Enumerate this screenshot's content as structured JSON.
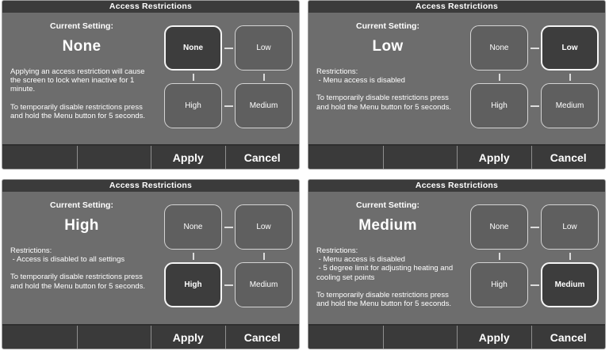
{
  "colors": {
    "page_background": "#ffffff",
    "panel_background": "#6d6d6d",
    "titlebar_background": "#3b3b3b",
    "footer_background": "#3a3a3a",
    "button_background": "#5f5f5f",
    "button_selected_background": "#3d3d3d",
    "text": "#ffffff"
  },
  "panels": [
    {
      "title": "Access Restrictions",
      "current_setting_label": "Current Setting:",
      "current_setting_value": "None",
      "paragraphs": [
        [
          "Applying an access restriction will cause the screen to lock when inactive for 1 minute."
        ],
        [
          "To temporarily disable restrictions press and hold the Menu button for 5 seconds."
        ]
      ],
      "options": [
        {
          "label": "None",
          "selected": true
        },
        {
          "label": "Low",
          "selected": false
        },
        {
          "label": "High",
          "selected": false
        },
        {
          "label": "Medium",
          "selected": false
        }
      ],
      "apply_label": "Apply",
      "cancel_label": "Cancel"
    },
    {
      "title": "Access Restrictions",
      "current_setting_label": "Current Setting:",
      "current_setting_value": "Low",
      "paragraphs": [
        [
          "Restrictions:",
          " - Menu access is disabled"
        ],
        [
          "To temporarily disable restrictions press and hold the Menu button for 5 seconds."
        ]
      ],
      "options": [
        {
          "label": "None",
          "selected": false
        },
        {
          "label": "Low",
          "selected": true
        },
        {
          "label": "High",
          "selected": false
        },
        {
          "label": "Medium",
          "selected": false
        }
      ],
      "apply_label": "Apply",
      "cancel_label": "Cancel"
    },
    {
      "title": "Access Restrictions",
      "current_setting_label": "Current Setting:",
      "current_setting_value": "High",
      "paragraphs": [
        [
          "Restrictions:",
          " - Access is disabled to all settings"
        ],
        [
          "To temporarily disable restrictions press and hold the Menu button for 5 seconds."
        ]
      ],
      "options": [
        {
          "label": "None",
          "selected": false
        },
        {
          "label": "Low",
          "selected": false
        },
        {
          "label": "High",
          "selected": true
        },
        {
          "label": "Medium",
          "selected": false
        }
      ],
      "apply_label": "Apply",
      "cancel_label": "Cancel"
    },
    {
      "title": "Access Restrictions",
      "current_setting_label": "Current Setting:",
      "current_setting_value": "Medium",
      "paragraphs": [
        [
          "Restrictions:",
          " - Menu access is disabled",
          " - 5 degree limit for adjusting heating and cooling set points"
        ],
        [
          "To temporarily disable restrictions press and hold the Menu button for 5 seconds."
        ]
      ],
      "options": [
        {
          "label": "None",
          "selected": false
        },
        {
          "label": "Low",
          "selected": false
        },
        {
          "label": "High",
          "selected": false
        },
        {
          "label": "Medium",
          "selected": true
        }
      ],
      "apply_label": "Apply",
      "cancel_label": "Cancel"
    }
  ]
}
